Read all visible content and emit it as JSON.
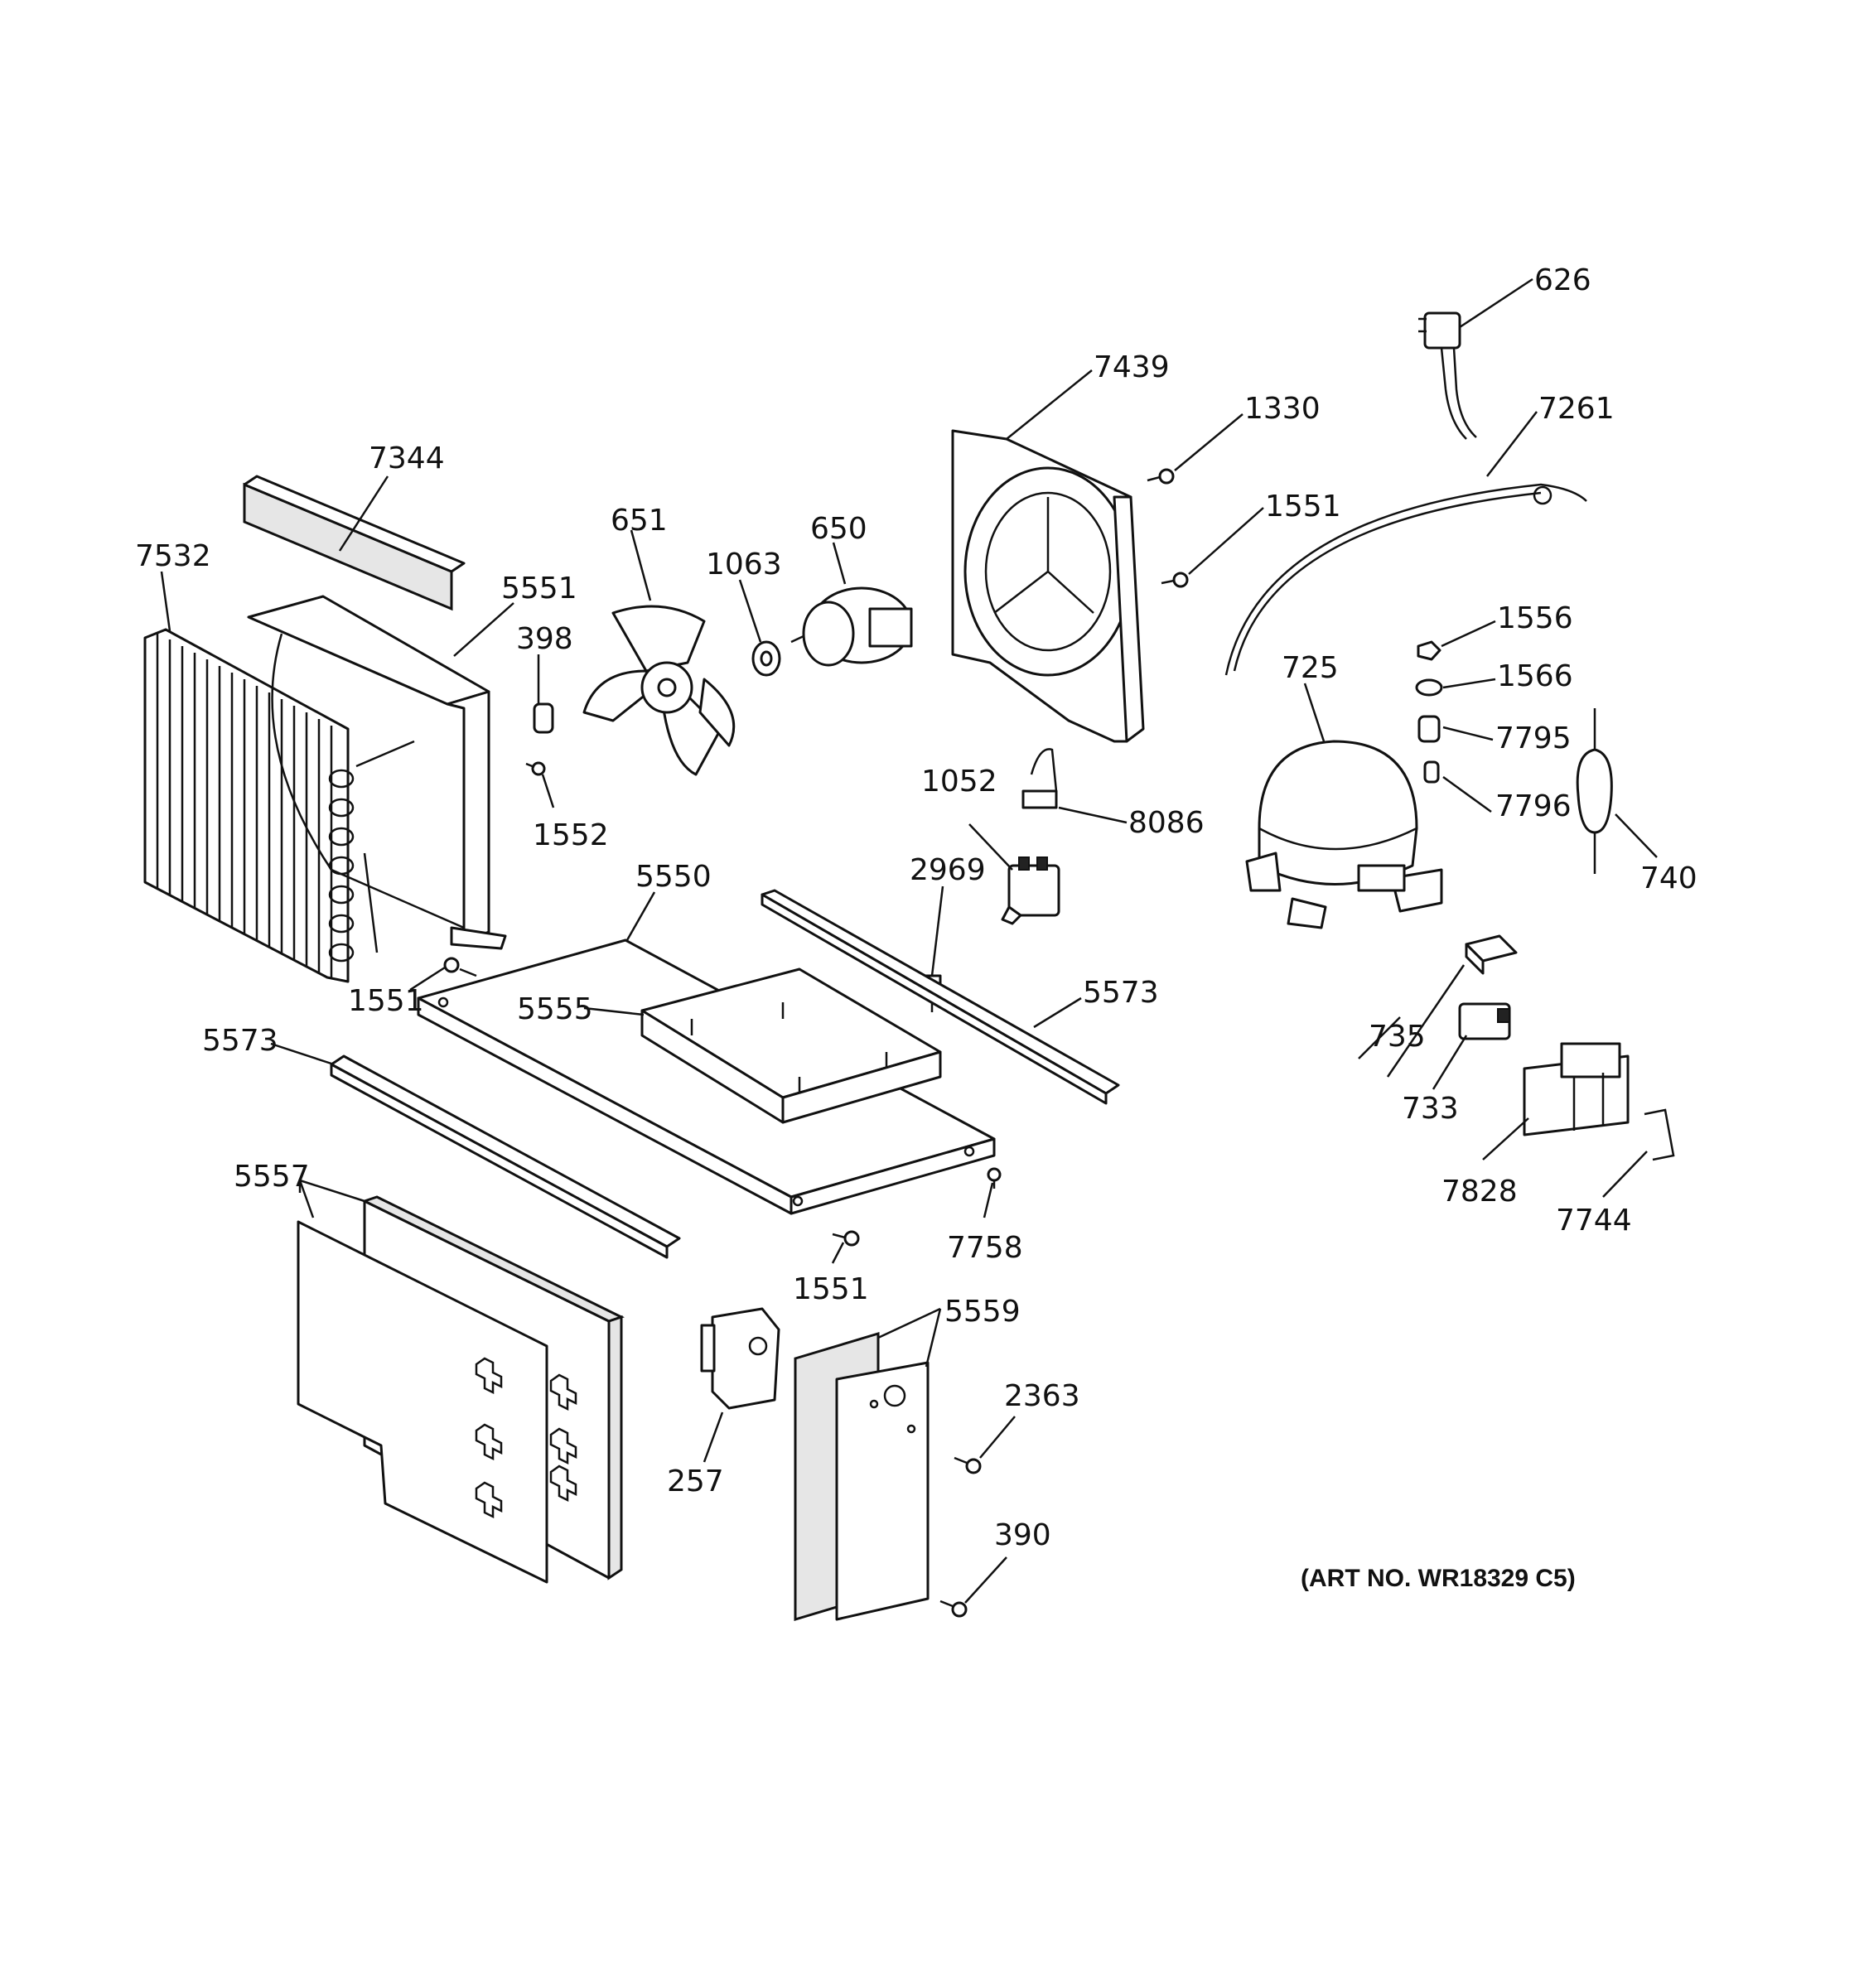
{
  "labels": {
    "l626": "626",
    "l7439": "7439",
    "l1330": "1330",
    "l7261": "7261",
    "l1551_top": "1551",
    "l7344": "7344",
    "l651": "651",
    "l1063": "1063",
    "l650": "650",
    "l7532": "7532",
    "l5551": "5551",
    "l398": "398",
    "l1552": "1552",
    "l1556": "1556",
    "l1566": "1566",
    "l725": "725",
    "l7795": "7795",
    "l7796": "7796",
    "l740": "740",
    "l1052": "1052",
    "l8086": "8086",
    "l2969": "2969",
    "l5550": "5550",
    "l1551_mid": "1551",
    "l5555": "5555",
    "l5573_right": "5573",
    "l5573_left": "5573",
    "l735": "735",
    "l733": "733",
    "l7828": "7828",
    "l7744": "7744",
    "l5557": "5557",
    "l7758": "7758",
    "l1551_bottom": "1551",
    "l5559": "5559",
    "l2363": "2363",
    "l257": "257",
    "l390": "390"
  },
  "art_number": "(ART NO. WR18329 C5)"
}
